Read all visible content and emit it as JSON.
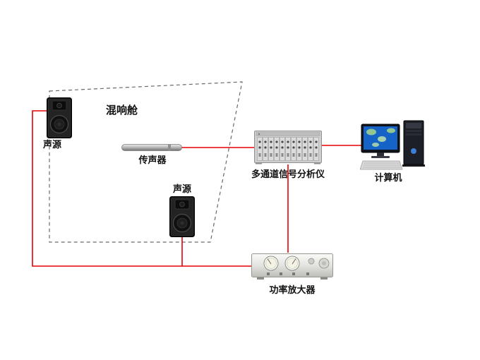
{
  "colors": {
    "connection": "#e80000",
    "chamber_outline": "#6a6a6a"
  },
  "chamber": {
    "label": "混响舱"
  },
  "devices": {
    "top_speaker": {
      "label": "声源"
    },
    "bottom_speaker": {
      "label": "声源"
    },
    "microphone": {
      "label": "传声器"
    },
    "analyzer": {
      "label": "多通道信号分析仪"
    },
    "computer": {
      "label": "计算机"
    },
    "amplifier": {
      "label": "功率放大器"
    }
  }
}
